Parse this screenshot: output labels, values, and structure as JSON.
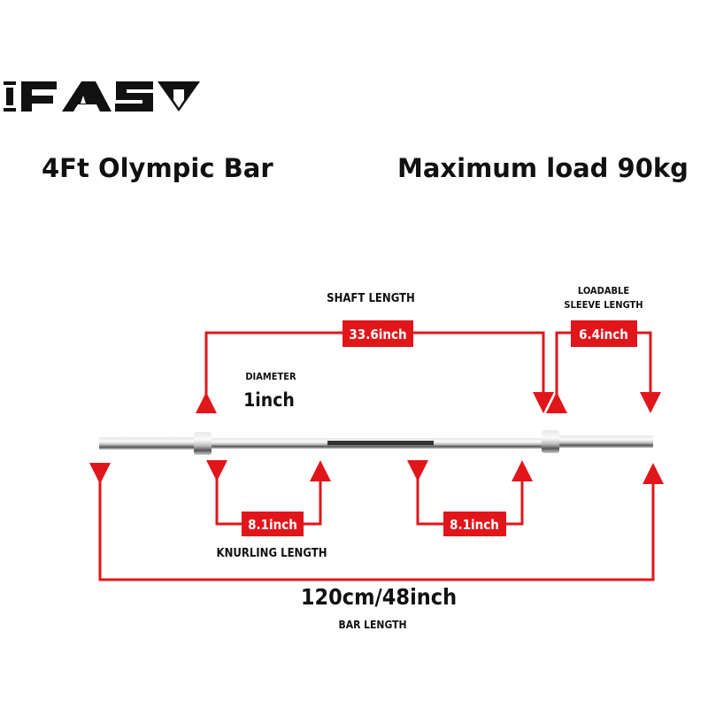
{
  "brand": {
    "logo_text": "IFAST"
  },
  "header": {
    "product": "4Ft Olympic Bar",
    "max_load": "Maximum load 90kg"
  },
  "labels": {
    "shaft_length": "SHAFT LENGTH",
    "shaft_value": "33.6inch",
    "sleeve_line1": "LOADABLE",
    "sleeve_line2": "SLEEVE LENGTH",
    "sleeve_value": "6.4inch",
    "diameter": "DIAMETER",
    "diameter_value": "1inch",
    "knurling_left_value": "8.1inch",
    "knurling_right_value": "8.1inch",
    "knurling_length": "KNURLING LENGTH",
    "bar_value": "120cm/48inch",
    "bar_length": "BAR LENGTH"
  },
  "colors": {
    "accent": "#e0161b",
    "text": "#111111"
  }
}
